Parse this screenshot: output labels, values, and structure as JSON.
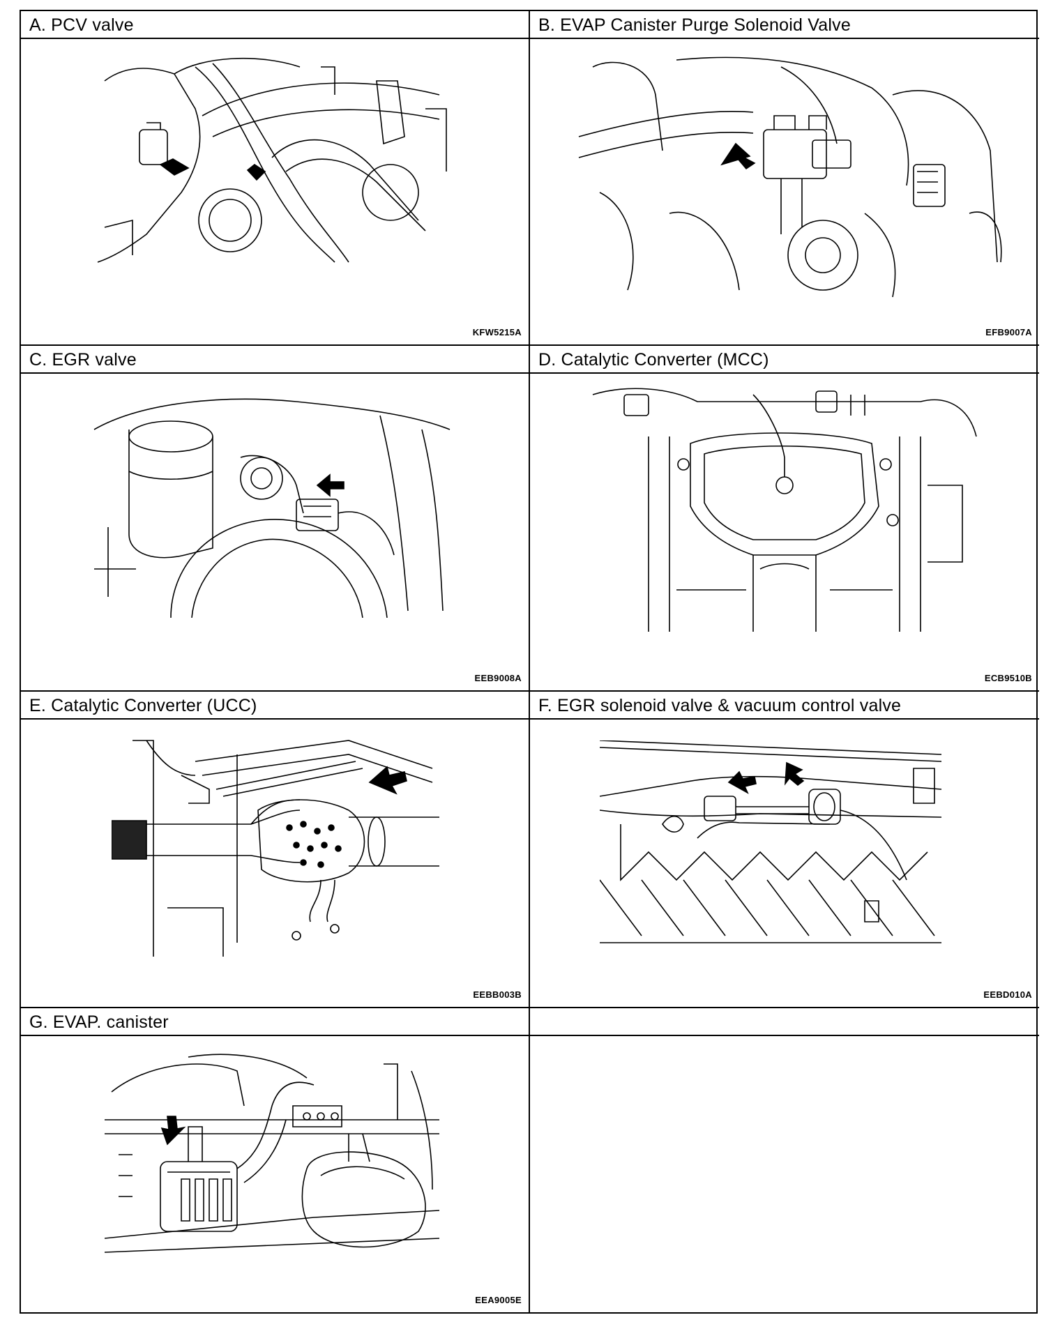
{
  "panels": [
    {
      "title": "A. PCV  valve",
      "code": "KFW5215A"
    },
    {
      "title": "B. EVAP Canister Purge Solenoid Valve",
      "code": "EFB9007A"
    },
    {
      "title": "C. EGR  valve",
      "code": "EEB9008A"
    },
    {
      "title": "D. Catalytic Converter (MCC)",
      "code": "ECB9510B"
    },
    {
      "title": "E. Catalytic Converter (UCC)",
      "code": "EEBB003B"
    },
    {
      "title": "F. EGR solenoid valve & vacuum control valve",
      "code": "EEBD010A"
    },
    {
      "title": "G. EVAP. canister",
      "code": "EEA9005E"
    },
    {
      "title": "",
      "code": ""
    }
  ]
}
